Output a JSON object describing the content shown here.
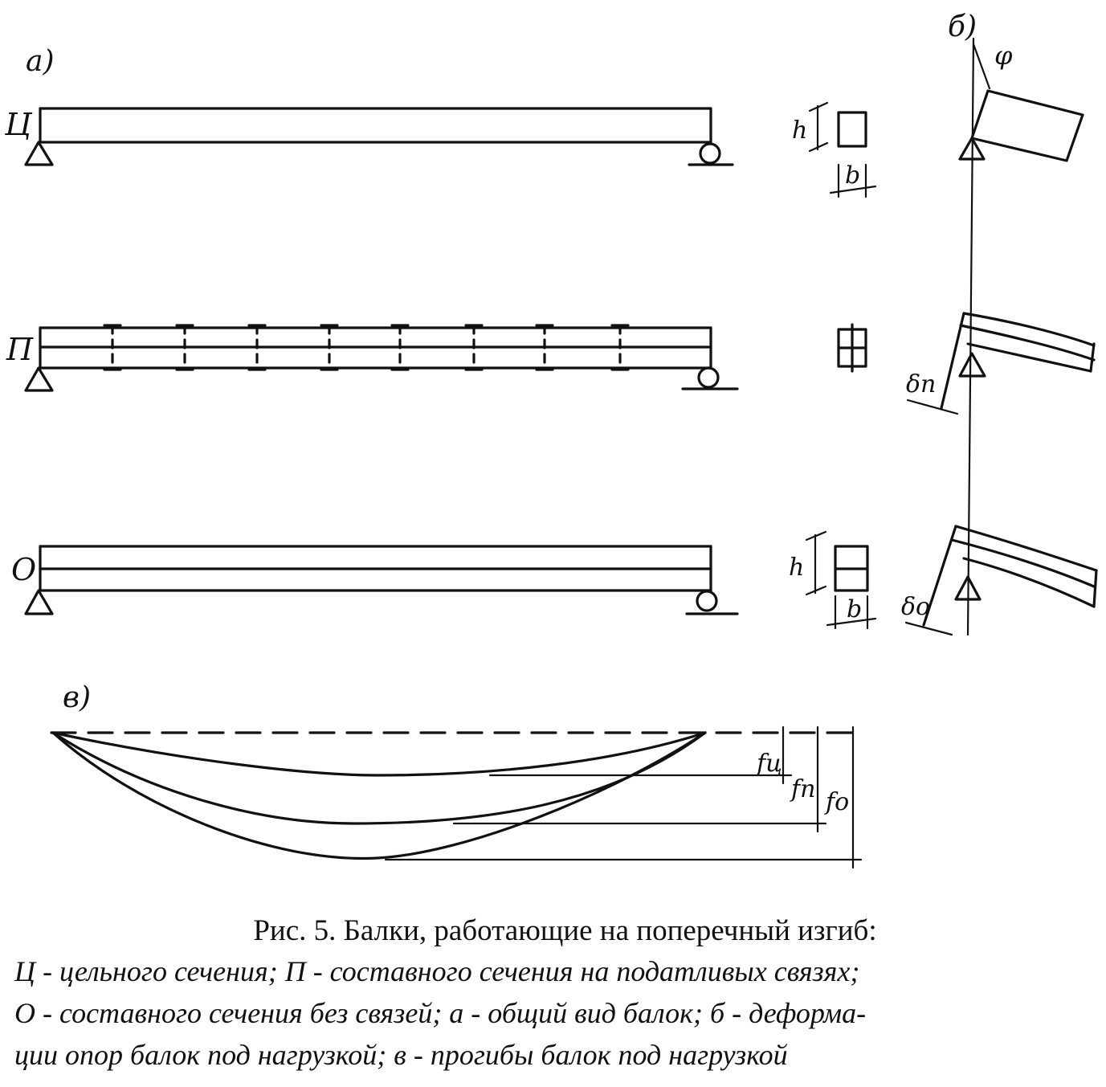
{
  "labels": {
    "part_a": "а)",
    "part_b": "б)",
    "part_v": "в)",
    "beam_c": "Ц",
    "beam_p": "П",
    "beam_o": "О",
    "height": "h",
    "width": "b",
    "angle": "φ",
    "delta_p": "δп",
    "delta_o": "δо",
    "f_c": "fц",
    "f_p": "fп",
    "f_o": "fо"
  },
  "caption": {
    "title": "Рис. 5. Балки, работающие на поперечный изгиб:",
    "line1": "Ц - цельного сечения; П - составного сечения на податливых связях;",
    "line2": "О - составного сечения без связей; а - общий вид балок; б - деформа-",
    "line3": "ции опор балок под нагрузкой; в - прогибы балок под нагрузкой"
  }
}
